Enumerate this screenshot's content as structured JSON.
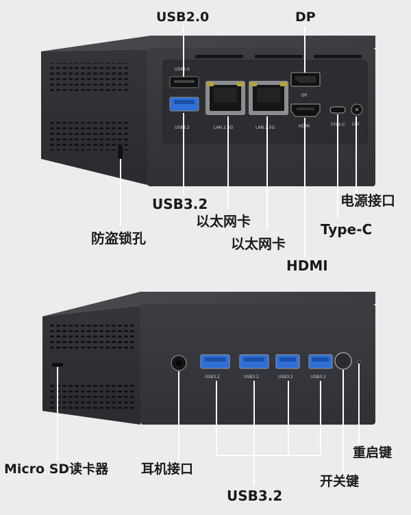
{
  "top_view": {
    "labels": {
      "usb20": "USB2.0",
      "dp": "DP",
      "usb32": "USB3.2",
      "power": "电源接口",
      "lan1": "以太网卡",
      "lan2": "以太网卡",
      "typec": "Type-C",
      "hdmi": "HDMI",
      "lock": "防盗锁孔"
    },
    "port_prints": {
      "usb20": "USB2.0",
      "usb32": "USB3.2",
      "lan1": "LAN 2.5G",
      "lan2": "LAN 2.5G",
      "dp": "DP",
      "hdmi": "HDMI",
      "typec": "TYPE-C",
      "dc": "12V"
    }
  },
  "bottom_view": {
    "labels": {
      "sd": "Micro SD读卡器",
      "earphone": "耳机接口",
      "usb32": "USB3.2",
      "power_button": "开关键",
      "reset": "重启键"
    },
    "port_prints": [
      "USB3.2",
      "USB3.2",
      "USB3.2",
      "USB3.2"
    ]
  },
  "colors": {
    "case": "#3a3b3e",
    "usb3_blue": "#2f6fd6",
    "background": "#ececec"
  }
}
